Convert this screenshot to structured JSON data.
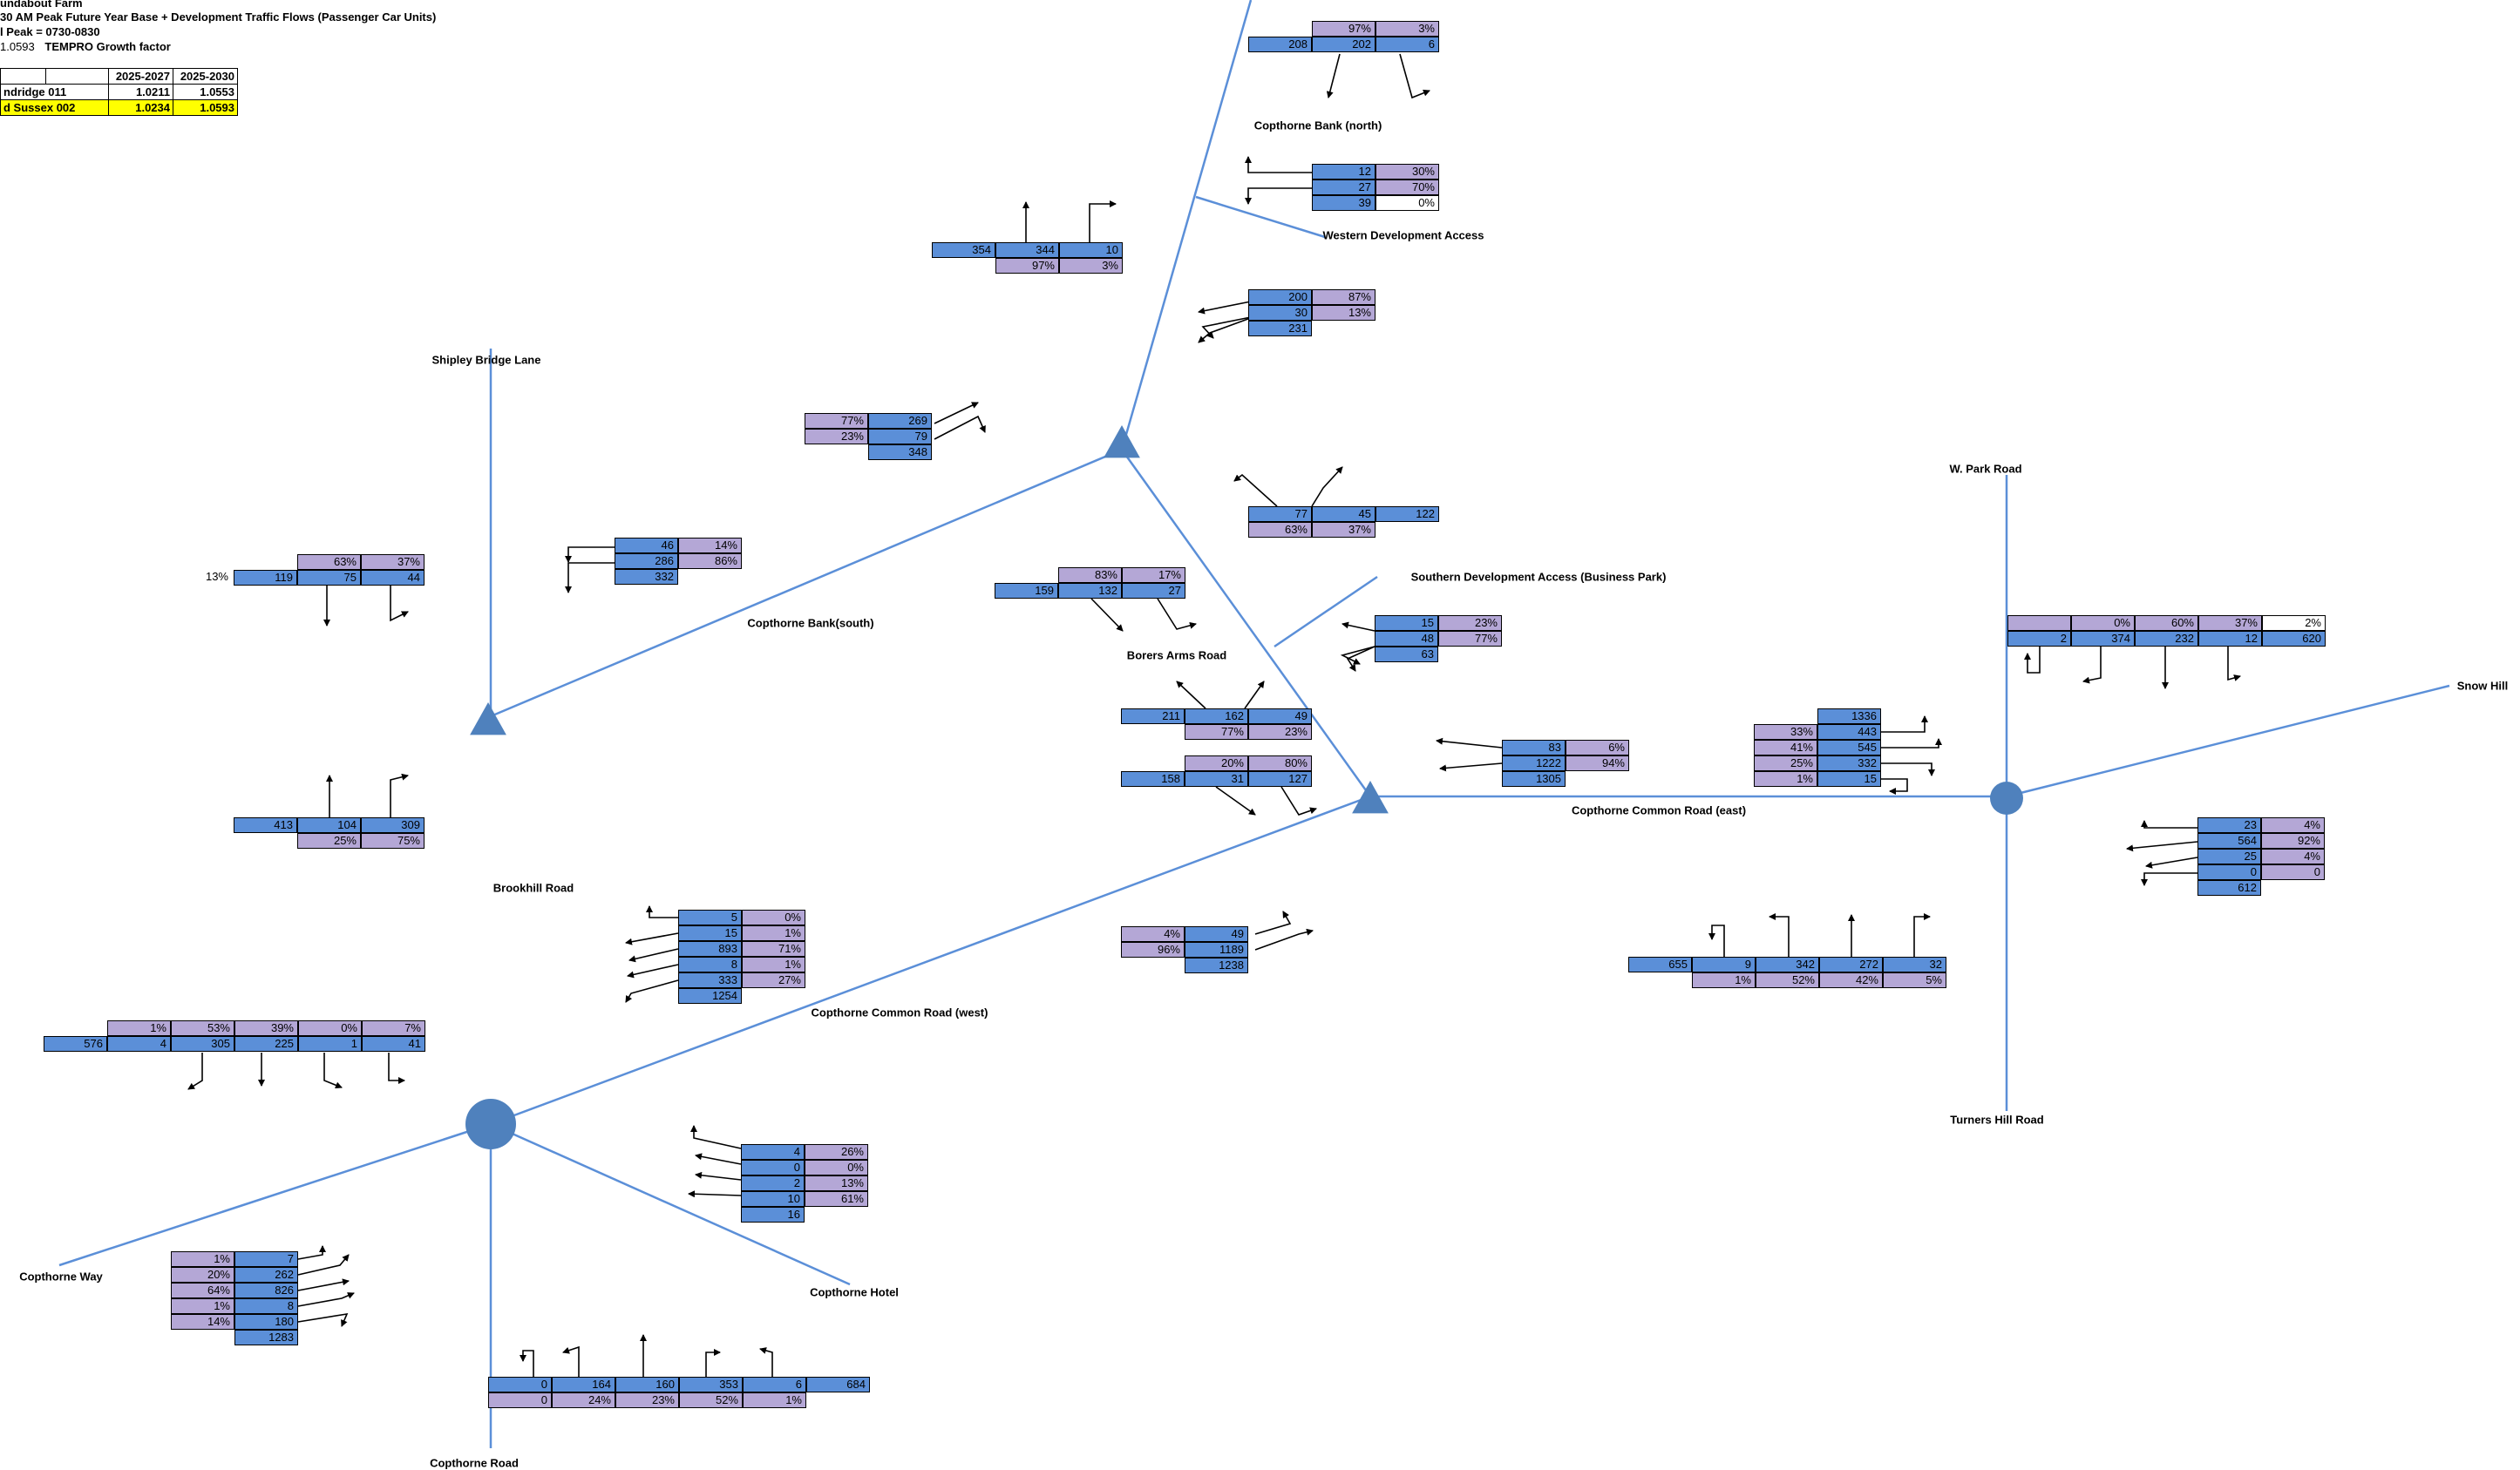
{
  "header": {
    "line1": "undabout Farm",
    "line2": "30 AM Peak Future Year Base + Development Traffic Flows (Passenger Car Units)",
    "line3": "l Peak = 0730-0830",
    "line4_value": "1.0593",
    "line4_label": "TEMPRO Growth factor"
  },
  "growth_table": {
    "columns": [
      "",
      "",
      "2025-2027",
      "2025-2030"
    ],
    "rows": [
      {
        "name": "ndridge 011",
        "v1": "1.0211",
        "v2": "1.0553",
        "highlight": false
      },
      {
        "name": "d Sussex 002",
        "v1": "1.0234",
        "v2": "1.0593",
        "highlight": true
      }
    ]
  },
  "road_labels": [
    "Copthorne Bank (north)",
    "Western Development Access",
    "Shipley Bridge Lane",
    "Copthorne Bank(south)",
    "Southern Development Access (Business Park)",
    "Borers Arms Road",
    "W. Park Road",
    "Snow Hill",
    "Copthorne Common Road (east)",
    "Brookhill Road",
    "Copthorne Common Road (west)",
    "Turners Hill Road",
    "Copthorne Way",
    "Copthorne Hotel",
    "Copthorne Road"
  ],
  "colors": {
    "road": "#5b8fd8",
    "node": "#4f81bd",
    "flow_cell": "#5b8fd8",
    "pct_cell": "#b4a7d6",
    "highlight": "#ffff00"
  },
  "flow_blocks": [
    {
      "rows": [
        [
          "",
          "97%",
          "3%"
        ],
        [
          "208",
          "202",
          "6"
        ]
      ],
      "styles": [
        [
          "w",
          "p",
          "p"
        ],
        [
          "b",
          "b",
          "b"
        ]
      ]
    },
    {
      "rows": [
        [
          "12",
          "30%"
        ],
        [
          "27",
          "70%"
        ],
        [
          "39",
          "0%"
        ]
      ],
      "styles": [
        [
          "b",
          "p"
        ],
        [
          "b",
          "p"
        ],
        [
          "b",
          "w"
        ]
      ]
    },
    {
      "rows": [
        [
          "354",
          "344",
          "10"
        ],
        [
          "",
          "97%",
          "3%"
        ]
      ],
      "styles": [
        [
          "b",
          "b",
          "b"
        ],
        [
          "w",
          "p",
          "p"
        ]
      ]
    },
    {
      "rows": [
        [
          "200",
          "87%"
        ],
        [
          "30",
          "13%"
        ],
        [
          "231",
          ""
        ]
      ],
      "styles": [
        [
          "b",
          "p"
        ],
        [
          "b",
          "p"
        ],
        [
          "b",
          "w"
        ]
      ]
    },
    {
      "rows": [
        [
          "77%",
          "269"
        ],
        [
          "23%",
          "79"
        ],
        [
          "",
          "348"
        ]
      ],
      "styles": [
        [
          "p",
          "b"
        ],
        [
          "p",
          "b"
        ],
        [
          "w",
          "b"
        ]
      ]
    },
    {
      "rows": [
        [
          "77",
          "45",
          "122"
        ],
        [
          "63%",
          "37%",
          ""
        ]
      ],
      "styles": [
        [
          "b",
          "b",
          "b"
        ],
        [
          "p",
          "p",
          "w"
        ]
      ]
    },
    {
      "rows": [
        [
          "",
          "63%",
          "37%"
        ],
        [
          "119",
          "75",
          "44"
        ]
      ],
      "styles": [
        [
          "w",
          "p",
          "p"
        ],
        [
          "b",
          "b",
          "b"
        ]
      ],
      "side": "13%"
    },
    {
      "rows": [
        [
          "46",
          "14%"
        ],
        [
          "286",
          "86%"
        ],
        [
          "332",
          ""
        ]
      ],
      "styles": [
        [
          "b",
          "p"
        ],
        [
          "b",
          "p"
        ],
        [
          "b",
          "w"
        ]
      ]
    },
    {
      "rows": [
        [
          "",
          "83%",
          "17%"
        ],
        [
          "159",
          "132",
          "27"
        ]
      ],
      "styles": [
        [
          "w",
          "p",
          "p"
        ],
        [
          "b",
          "b",
          "b"
        ]
      ]
    },
    {
      "rows": [
        [
          "15",
          "23%"
        ],
        [
          "48",
          "77%"
        ],
        [
          "63",
          ""
        ]
      ],
      "styles": [
        [
          "b",
          "p"
        ],
        [
          "b",
          "p"
        ],
        [
          "b",
          "w"
        ]
      ]
    },
    {
      "rows": [
        [
          "",
          "0%",
          "60%",
          "37%",
          "2%",
          ""
        ],
        [
          "2",
          "374",
          "232",
          "12",
          "620",
          ""
        ]
      ],
      "styles": [
        [
          "p",
          "p",
          "p",
          "p",
          "w",
          "w"
        ],
        [
          "b",
          "b",
          "b",
          "b",
          "b",
          "w"
        ]
      ]
    },
    {
      "rows": [
        [
          "211",
          "162",
          "49"
        ],
        [
          "",
          "77%",
          "23%"
        ]
      ],
      "styles": [
        [
          "b",
          "b",
          "b"
        ],
        [
          "w",
          "p",
          "p"
        ]
      ]
    },
    {
      "rows": [
        [
          "",
          "20%",
          "80%"
        ],
        [
          "158",
          "31",
          "127"
        ]
      ],
      "styles": [
        [
          "w",
          "p",
          "p"
        ],
        [
          "b",
          "b",
          "b"
        ]
      ]
    },
    {
      "rows": [
        [
          "83",
          "6%"
        ],
        [
          "1222",
          "94%"
        ],
        [
          "1305",
          ""
        ]
      ],
      "styles": [
        [
          "b",
          "p"
        ],
        [
          "b",
          "p"
        ],
        [
          "b",
          "w"
        ]
      ]
    },
    {
      "rows": [
        [
          "",
          "1336"
        ],
        [
          "33%",
          "443"
        ],
        [
          "41%",
          "545"
        ],
        [
          "25%",
          "332"
        ],
        [
          "1%",
          "15"
        ]
      ],
      "styles": [
        [
          "w",
          "b"
        ],
        [
          "p",
          "b"
        ],
        [
          "p",
          "b"
        ],
        [
          "p",
          "b"
        ],
        [
          "p",
          "b"
        ]
      ]
    },
    {
      "rows": [
        [
          "413",
          "104",
          "309"
        ],
        [
          "",
          "25%",
          "75%"
        ]
      ],
      "styles": [
        [
          "b",
          "b",
          "b"
        ],
        [
          "w",
          "p",
          "p"
        ]
      ]
    },
    {
      "rows": [
        [
          "23",
          "4%"
        ],
        [
          "564",
          "92%"
        ],
        [
          "25",
          "4%"
        ],
        [
          "0",
          "0"
        ],
        [
          "612",
          ""
        ]
      ],
      "styles": [
        [
          "b",
          "p"
        ],
        [
          "b",
          "p"
        ],
        [
          "b",
          "p"
        ],
        [
          "b",
          "p"
        ],
        [
          "b",
          "w"
        ]
      ]
    },
    {
      "rows": [
        [
          "5",
          "0%"
        ],
        [
          "15",
          "1%"
        ],
        [
          "893",
          "71%"
        ],
        [
          "8",
          "1%"
        ],
        [
          "333",
          "27%"
        ],
        [
          "1254",
          ""
        ]
      ],
      "styles": [
        [
          "b",
          "p"
        ],
        [
          "b",
          "p"
        ],
        [
          "b",
          "p"
        ],
        [
          "b",
          "p"
        ],
        [
          "b",
          "p"
        ],
        [
          "b",
          "w"
        ]
      ]
    },
    {
      "rows": [
        [
          "4%",
          "49"
        ],
        [
          "96%",
          "1189"
        ],
        [
          "",
          "1238"
        ]
      ],
      "styles": [
        [
          "p",
          "b"
        ],
        [
          "p",
          "b"
        ],
        [
          "w",
          "b"
        ]
      ]
    },
    {
      "rows": [
        [
          "655",
          "9",
          "342",
          "272",
          "32"
        ],
        [
          "",
          "1%",
          "52%",
          "42%",
          "5%"
        ]
      ],
      "styles": [
        [
          "b",
          "b",
          "b",
          "b",
          "b"
        ],
        [
          "w",
          "p",
          "p",
          "p",
          "p"
        ]
      ]
    },
    {
      "rows": [
        [
          "",
          "1%",
          "53%",
          "39%",
          "0%",
          "7%"
        ],
        [
          "576",
          "4",
          "305",
          "225",
          "1",
          "41"
        ]
      ],
      "styles": [
        [
          "w",
          "p",
          "p",
          "p",
          "p",
          "p"
        ],
        [
          "b",
          "b",
          "b",
          "b",
          "b",
          "b"
        ]
      ]
    },
    {
      "rows": [
        [
          "4",
          "26%"
        ],
        [
          "0",
          "0%"
        ],
        [
          "2",
          "13%"
        ],
        [
          "10",
          "61%"
        ],
        [
          "16",
          ""
        ]
      ],
      "styles": [
        [
          "b",
          "p"
        ],
        [
          "b",
          "p"
        ],
        [
          "b",
          "p"
        ],
        [
          "b",
          "p"
        ],
        [
          "b",
          "w"
        ]
      ]
    },
    {
      "rows": [
        [
          "1%",
          "7"
        ],
        [
          "20%",
          "262"
        ],
        [
          "64%",
          "826"
        ],
        [
          "1%",
          "8"
        ],
        [
          "14%",
          "180"
        ],
        [
          "",
          "1283"
        ]
      ],
      "styles": [
        [
          "p",
          "b"
        ],
        [
          "p",
          "b"
        ],
        [
          "p",
          "b"
        ],
        [
          "p",
          "b"
        ],
        [
          "p",
          "b"
        ],
        [
          "w",
          "b"
        ]
      ]
    },
    {
      "rows": [
        [
          "0",
          "164",
          "160",
          "353",
          "6",
          "684"
        ],
        [
          "0",
          "24%",
          "23%",
          "52%",
          "1%",
          ""
        ]
      ],
      "styles": [
        [
          "b",
          "b",
          "b",
          "b",
          "b",
          "b"
        ],
        [
          "p",
          "p",
          "p",
          "p",
          "p",
          "w"
        ]
      ]
    }
  ]
}
